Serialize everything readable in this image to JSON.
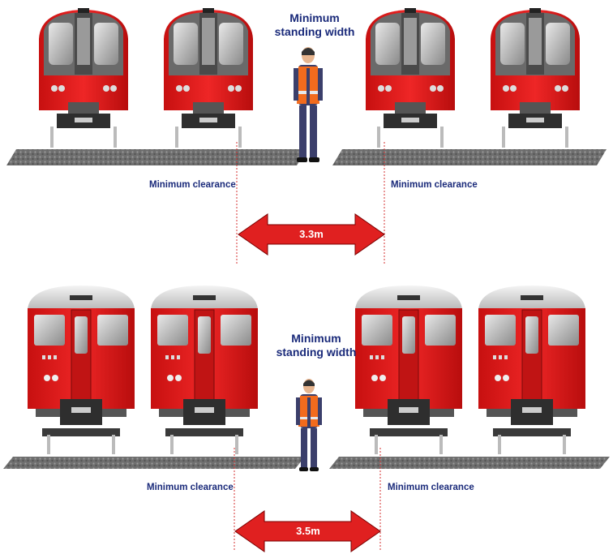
{
  "panels": [
    {
      "id": "top",
      "standing_width_label": "Minimum standing width",
      "clearance_left_label": "Minimum clearance",
      "clearance_right_label": "Minimum clearance",
      "distance_label": "3.3m"
    },
    {
      "id": "bottom",
      "standing_width_label": "Minimum standing width",
      "clearance_left_label": "Minimum clearance",
      "clearance_right_label": "Minimum clearance",
      "distance_label": "3.5m"
    }
  ],
  "colors": {
    "train_red": "#e21b1b",
    "label_blue": "#1a2a7a",
    "vest_orange": "#f26b1d",
    "clearance_line": "#d63030",
    "arrow_red": "#e02020"
  }
}
